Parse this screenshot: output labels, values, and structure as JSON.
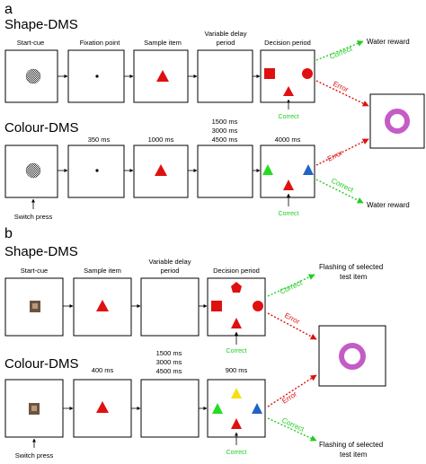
{
  "colors": {
    "red": "#e01010",
    "green": "#22dd22",
    "blue": "#1f64c8",
    "yellow": "#f5e014",
    "magenta": "#c45cc8",
    "correct": "#22cc22",
    "error": "#dd1111"
  },
  "panel_a": {
    "letter": "a",
    "shape_title": "Shape-DMS",
    "colour_title": "Colour-DMS",
    "labels": {
      "start_cue": "Start-cue",
      "fixation": "Fixation point",
      "sample": "Sample item",
      "delay_line1": "Variable delay",
      "delay_line2": "period",
      "decision": "Decision period"
    },
    "timings": {
      "fixation": "350 ms",
      "sample": "1000 ms",
      "delay1": "1500 ms",
      "delay2": "3000 ms",
      "delay3": "4500 ms",
      "decision": "4000 ms"
    },
    "correct_label": "Correct",
    "water_reward": "Water reward",
    "switch_press": "Switch press",
    "correct_arrow": "Correct",
    "error_arrow": "Error"
  },
  "panel_b": {
    "letter": "b",
    "shape_title": "Shape-DMS",
    "colour_title": "Colour-DMS",
    "labels": {
      "start_cue": "Start-cue",
      "sample": "Sample item",
      "delay_line1": "Variable delay",
      "delay_line2": "period",
      "decision": "Decision period"
    },
    "timings": {
      "sample": "400 ms",
      "delay1": "1500 ms",
      "delay2": "3000 ms",
      "delay3": "4500 ms",
      "decision": "900 ms"
    },
    "correct_label": "Correct",
    "flashing_line1": "Flashing of selected",
    "flashing_line2": "test item",
    "switch_press": "Switch press",
    "correct_arrow": "Correct",
    "error_arrow": "Error"
  }
}
